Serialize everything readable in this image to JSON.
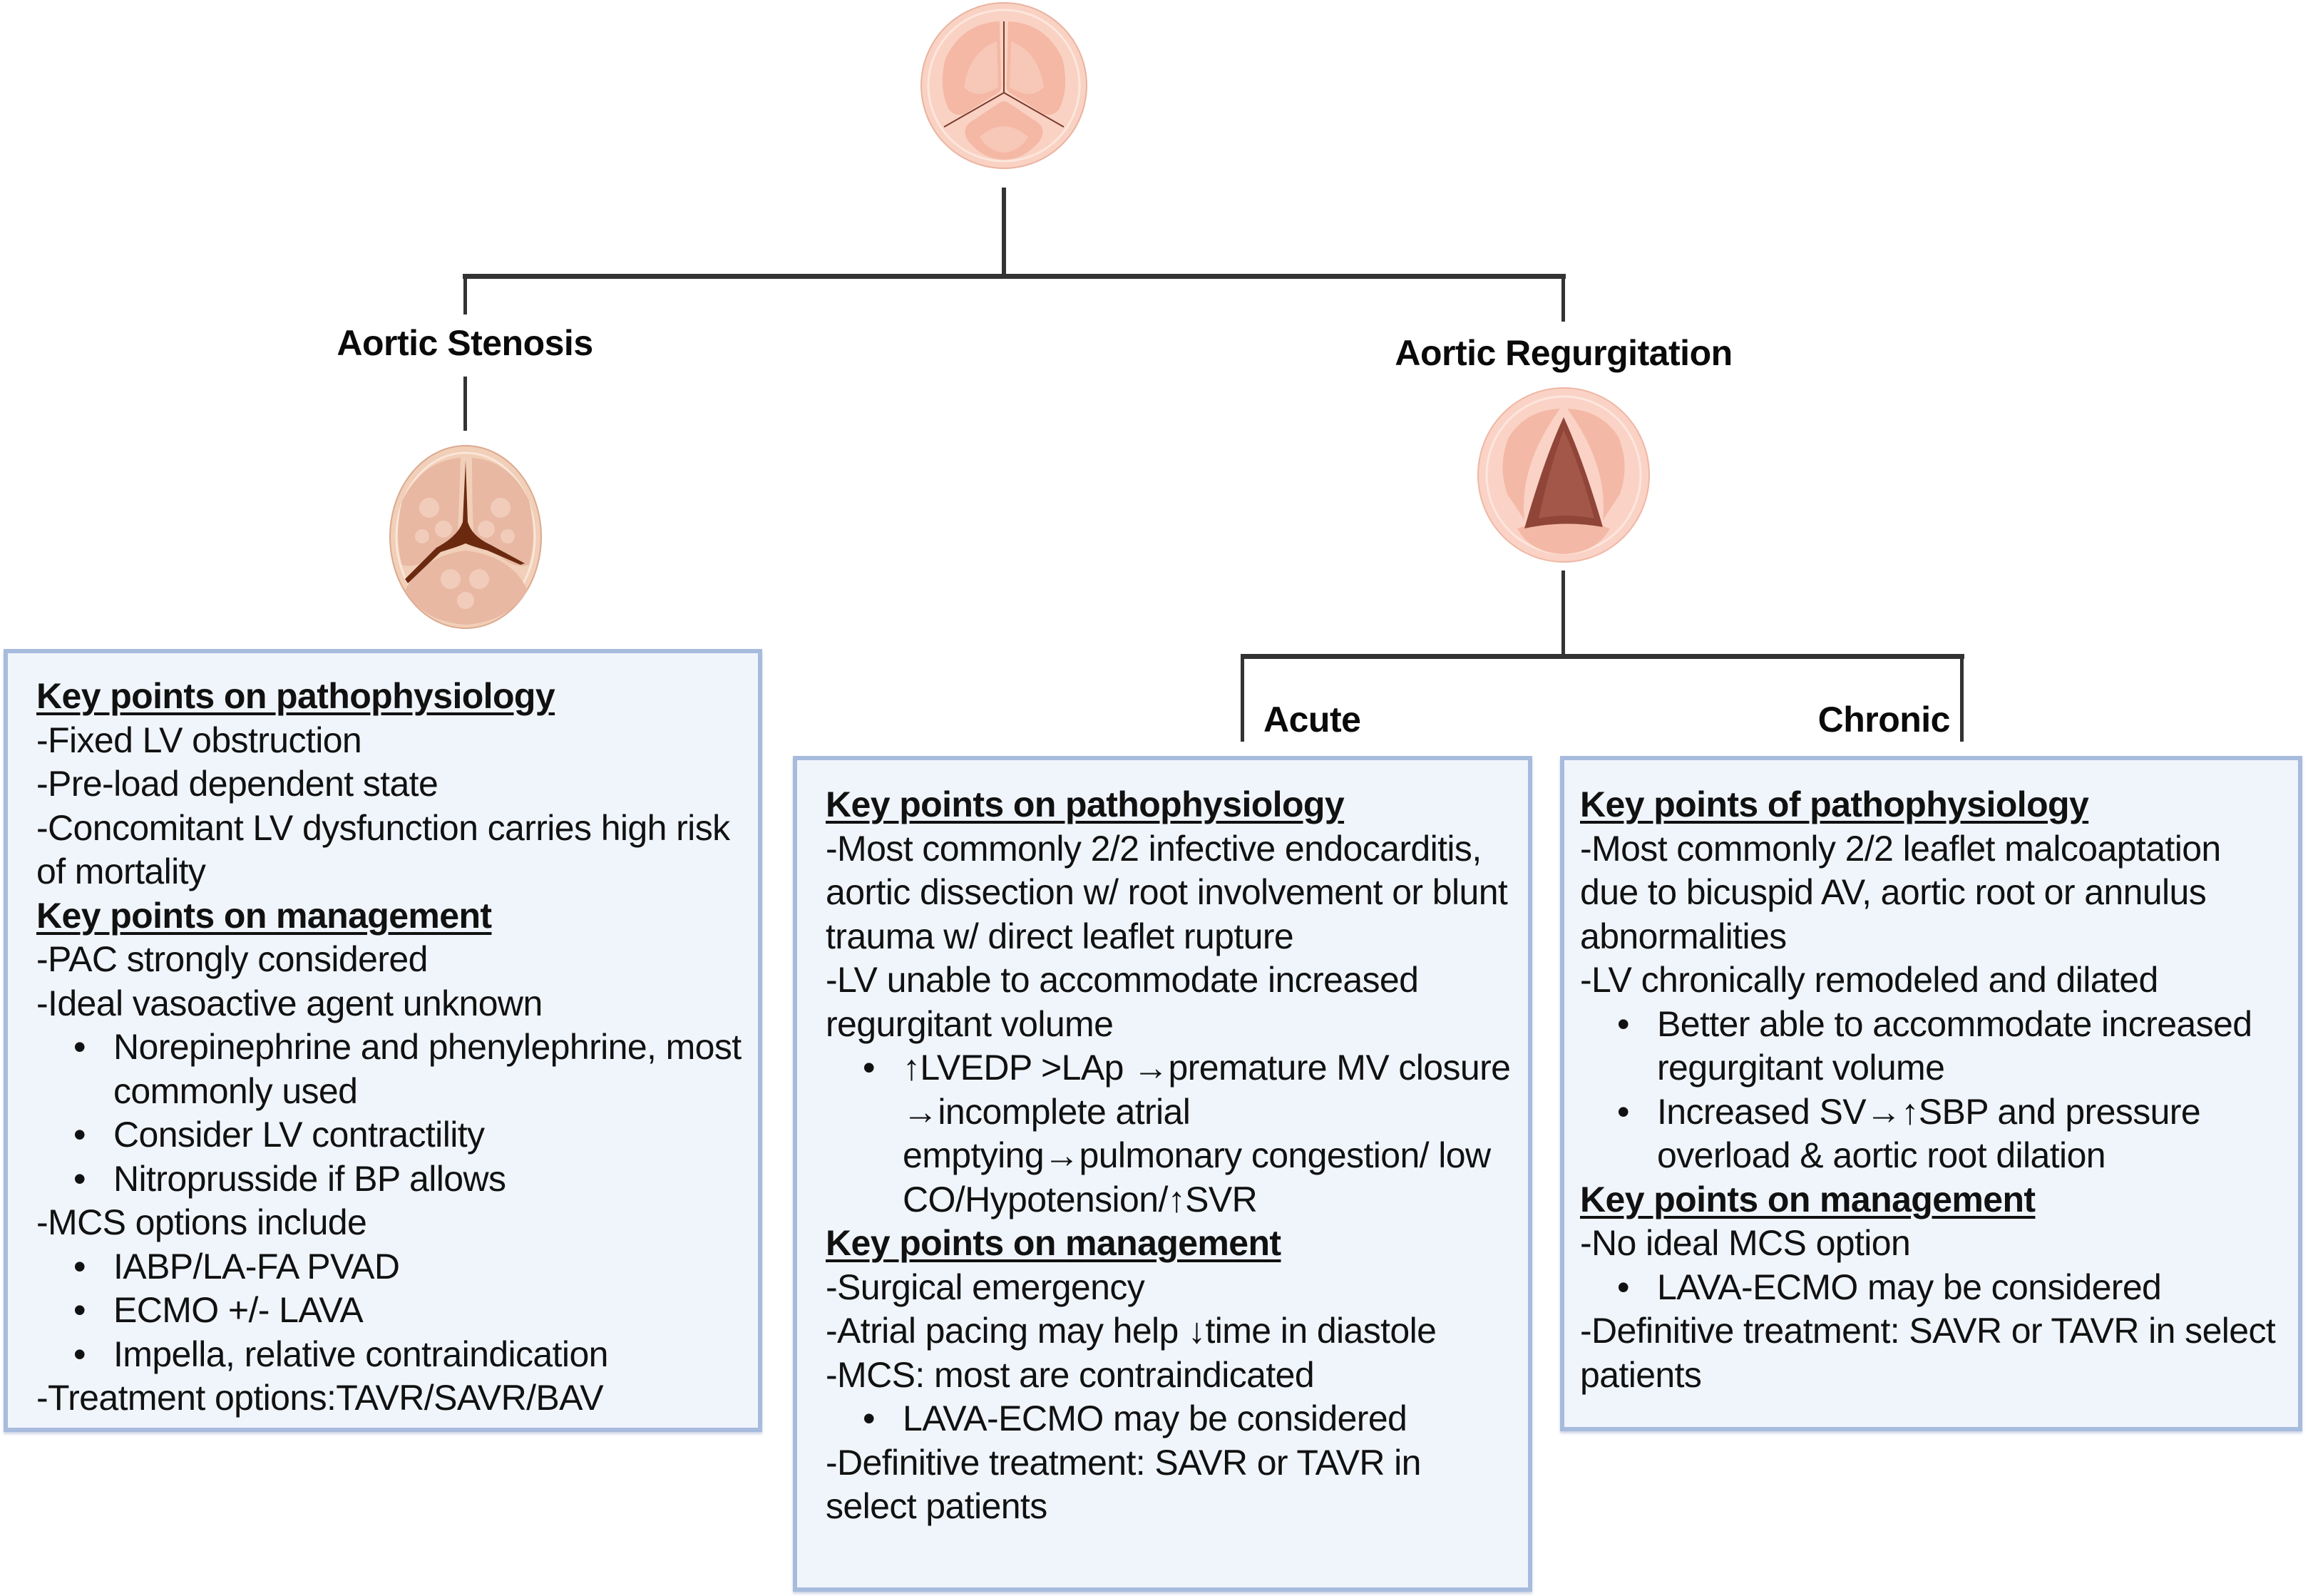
{
  "diagram": {
    "root_icon": "aortic-valve-normal-icon",
    "branches": {
      "stenosis": {
        "label": "Aortic Stenosis",
        "icon": "aortic-valve-stenotic-icon",
        "box": {
          "sections": [
            {
              "heading": "Key points on pathophysiology",
              "items": [
                {
                  "type": "text",
                  "text": "-Fixed LV obstruction"
                },
                {
                  "type": "text",
                  "text": "-Pre-load dependent state"
                },
                {
                  "type": "text",
                  "text": "-Concomitant LV dysfunction carries high risk of mortality"
                }
              ]
            },
            {
              "heading": "Key points on management",
              "items": [
                {
                  "type": "text",
                  "text": "-PAC strongly considered"
                },
                {
                  "type": "text",
                  "text": "-Ideal vasoactive agent unknown"
                },
                {
                  "type": "bullet",
                  "text": "Norepinephrine and phenylephrine, most commonly used"
                },
                {
                  "type": "bullet",
                  "text": "Consider LV contractility"
                },
                {
                  "type": "bullet",
                  "text": "Nitroprusside if BP allows"
                },
                {
                  "type": "text",
                  "text": "-MCS options include"
                },
                {
                  "type": "bullet",
                  "text": "IABP/LA-FA PVAD"
                },
                {
                  "type": "bullet",
                  "text": "ECMO +/- LAVA"
                },
                {
                  "type": "bullet",
                  "text": "Impella, relative contraindication"
                },
                {
                  "type": "text",
                  "text": "-Treatment options:TAVR/SAVR/BAV"
                }
              ]
            }
          ]
        }
      },
      "regurgitation": {
        "label": "Aortic Regurgitation",
        "icon": "aortic-valve-regurgitant-icon",
        "sub_branches": {
          "acute": {
            "label": "Acute",
            "box": {
              "sections": [
                {
                  "heading": "Key points on pathophysiology",
                  "items": [
                    {
                      "type": "text",
                      "text": "-Most commonly 2/2 infective endocarditis, aortic dissection w/ root involvement or blunt trauma w/ direct leaflet rupture"
                    },
                    {
                      "type": "text",
                      "text": "-LV unable to accommodate increased regurgitant volume"
                    },
                    {
                      "type": "bullet",
                      "text": "↑LVEDP >LAp →premature MV closure →incomplete atrial emptying→pulmonary congestion/ low CO/Hypotension/↑SVR"
                    }
                  ]
                },
                {
                  "heading": "Key points on management",
                  "items": [
                    {
                      "type": "text",
                      "text": "-Surgical emergency"
                    },
                    {
                      "type": "text",
                      "text": "-Atrial pacing may help ↓time in diastole"
                    },
                    {
                      "type": "text",
                      "text": "-MCS: most are contraindicated"
                    },
                    {
                      "type": "bullet",
                      "text": "LAVA-ECMO may be considered"
                    },
                    {
                      "type": "text",
                      "text": "-Definitive treatment: SAVR or TAVR in select patients"
                    }
                  ]
                }
              ]
            }
          },
          "chronic": {
            "label": "Chronic",
            "box": {
              "sections": [
                {
                  "heading": "Key points of pathophysiology ",
                  "items": [
                    {
                      "type": "text",
                      "text": "-Most commonly 2/2 leaflet malcoaptation due to bicuspid AV, aortic root or annulus abnormalities"
                    },
                    {
                      "type": "text",
                      "text": "-LV chronically remodeled and dilated"
                    },
                    {
                      "type": "bullet",
                      "text": "Better able to accommodate increased regurgitant volume"
                    },
                    {
                      "type": "bullet",
                      "text": "Increased SV→↑SBP and pressure overload & aortic root dilation"
                    }
                  ]
                },
                {
                  "heading": "Key points on management",
                  "items": [
                    {
                      "type": "text",
                      "text": "-No ideal MCS option"
                    },
                    {
                      "type": "bullet",
                      "text": "LAVA-ECMO may be considered"
                    },
                    {
                      "type": "text",
                      "text": "-Definitive treatment: SAVR or TAVR in select patients"
                    }
                  ]
                }
              ]
            }
          }
        }
      }
    },
    "colors": {
      "box_fill": "#f0f5fc",
      "box_border": "#a7bbdd",
      "connector": "#333333",
      "valve_tissue": "#f5c4b3",
      "valve_calcified": "#e8bfa6",
      "regurgitant_orifice": "#a0574a",
      "stenotic_orifice": "#6b2a10"
    }
  }
}
